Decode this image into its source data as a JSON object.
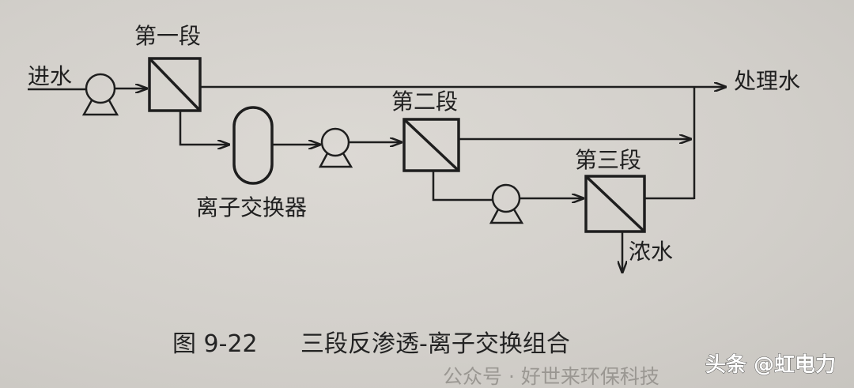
{
  "labels": {
    "feed_water": "进水",
    "stage1": "第一段",
    "stage2": "第二段",
    "stage3": "第三段",
    "ion_exchanger": "离子交换器",
    "treated_water": "处理水",
    "concentrate": "浓水"
  },
  "caption": {
    "number": "图 9-22",
    "title": "三段反渗透-离子交换组合"
  },
  "watermarks": {
    "wechat": "公众号 · 好世来环保科技",
    "toutiao": "头条 @虹电力"
  },
  "colors": {
    "ink": "#1e1e1e",
    "paper": "#d3d0cb"
  }
}
